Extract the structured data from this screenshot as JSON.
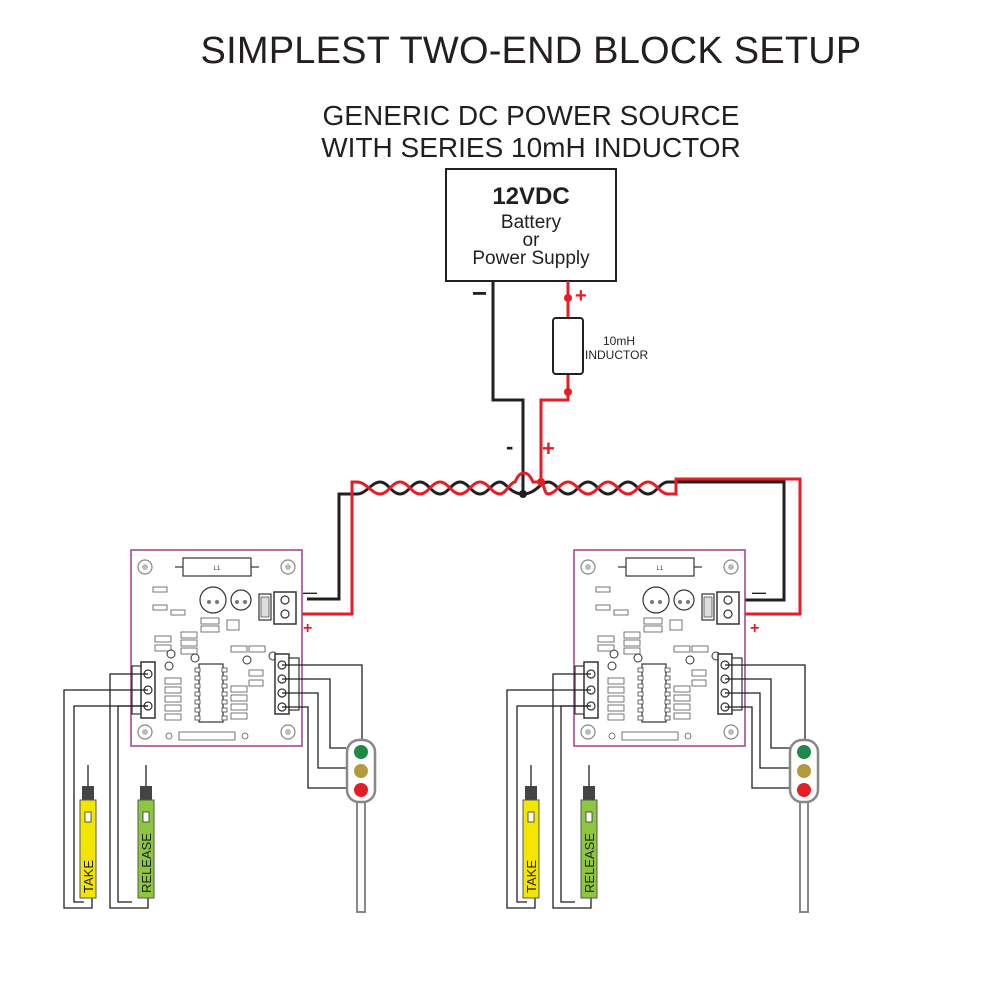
{
  "title": "SIMPLEST TWO-END BLOCK SETUP",
  "subtitle": {
    "line1": "GENERIC DC POWER SOURCE",
    "line2": "WITH SERIES 10mH INDUCTOR"
  },
  "power_supply": {
    "voltage": "12VDC",
    "line1": "Battery",
    "line2": "or",
    "line3": "Power Supply",
    "neg": "−",
    "pos": "+"
  },
  "inductor": {
    "line1": "10mH",
    "line2": "INDUCTOR"
  },
  "bus": {
    "neg": "-",
    "pos": "+"
  },
  "boards": [
    {
      "neg": "—",
      "pos": "+",
      "sensors": [
        "TAKE",
        "RELEASE"
      ]
    },
    {
      "neg": "—",
      "pos": "+",
      "sensors": [
        "TAKE",
        "RELEASE"
      ]
    }
  ],
  "colors": {
    "wire_red": "#e41e26",
    "wire_black": "#231f20",
    "board_outline": "#a03c8c",
    "take_sensor": "#f2e600",
    "release_sensor": "#8dc63f",
    "signal_green": "#1d8a4a",
    "signal_yellow": "#b39a3c",
    "signal_red": "#e41e26"
  }
}
